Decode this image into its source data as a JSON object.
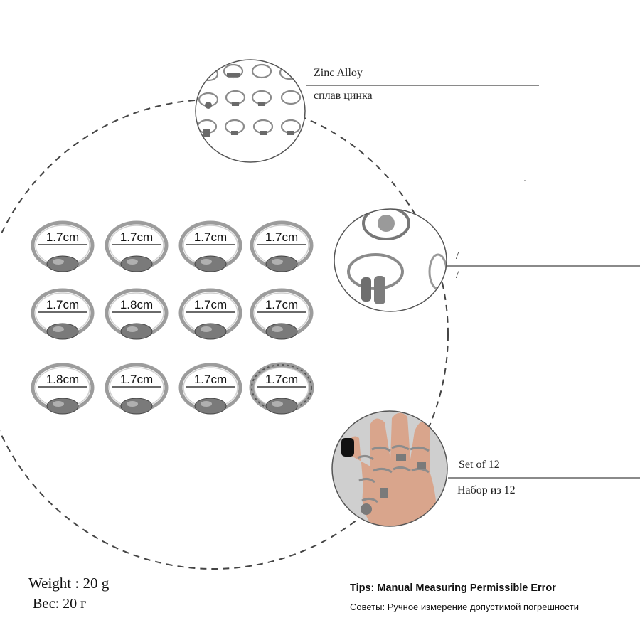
{
  "callouts": {
    "material_en": "Zinc Alloy",
    "material_ru": "сплав цинка",
    "ring_detail_line1": "/",
    "ring_detail_line2": "/",
    "set_en": "Set of 12",
    "set_ru": "Набор из 12"
  },
  "rings": [
    {
      "size": "1.7cm",
      "style": "heart-filigree"
    },
    {
      "size": "1.7cm",
      "style": "leaf-crown"
    },
    {
      "size": "1.7cm",
      "style": "fern-leaf"
    },
    {
      "size": "1.7cm",
      "style": "bear"
    },
    {
      "size": "1.7cm",
      "style": "compass-disc"
    },
    {
      "size": "1.8cm",
      "style": "double-arrow"
    },
    {
      "size": "1.7cm",
      "style": "elephant"
    },
    {
      "size": "1.7cm",
      "style": "feather"
    },
    {
      "size": "1.8cm",
      "style": "cactus"
    },
    {
      "size": "1.7cm",
      "style": "dolphin"
    },
    {
      "size": "1.7cm",
      "style": "turtle"
    },
    {
      "size": "1.7cm",
      "style": "twisted-rope-camel"
    }
  ],
  "weight": {
    "en": "Weight : 20 g",
    "ru": "Вес: 20 г"
  },
  "tips": {
    "en": "Tips: Manual Measuring Permissible Error",
    "ru": "Советы: Ручное измерение допустимой погрешности"
  },
  "colors": {
    "silver": "#b8b8b8",
    "silver_dark": "#5a5a5a",
    "circle_border": "#555555",
    "dashed": "#444444",
    "skin": "#d9a58c"
  }
}
